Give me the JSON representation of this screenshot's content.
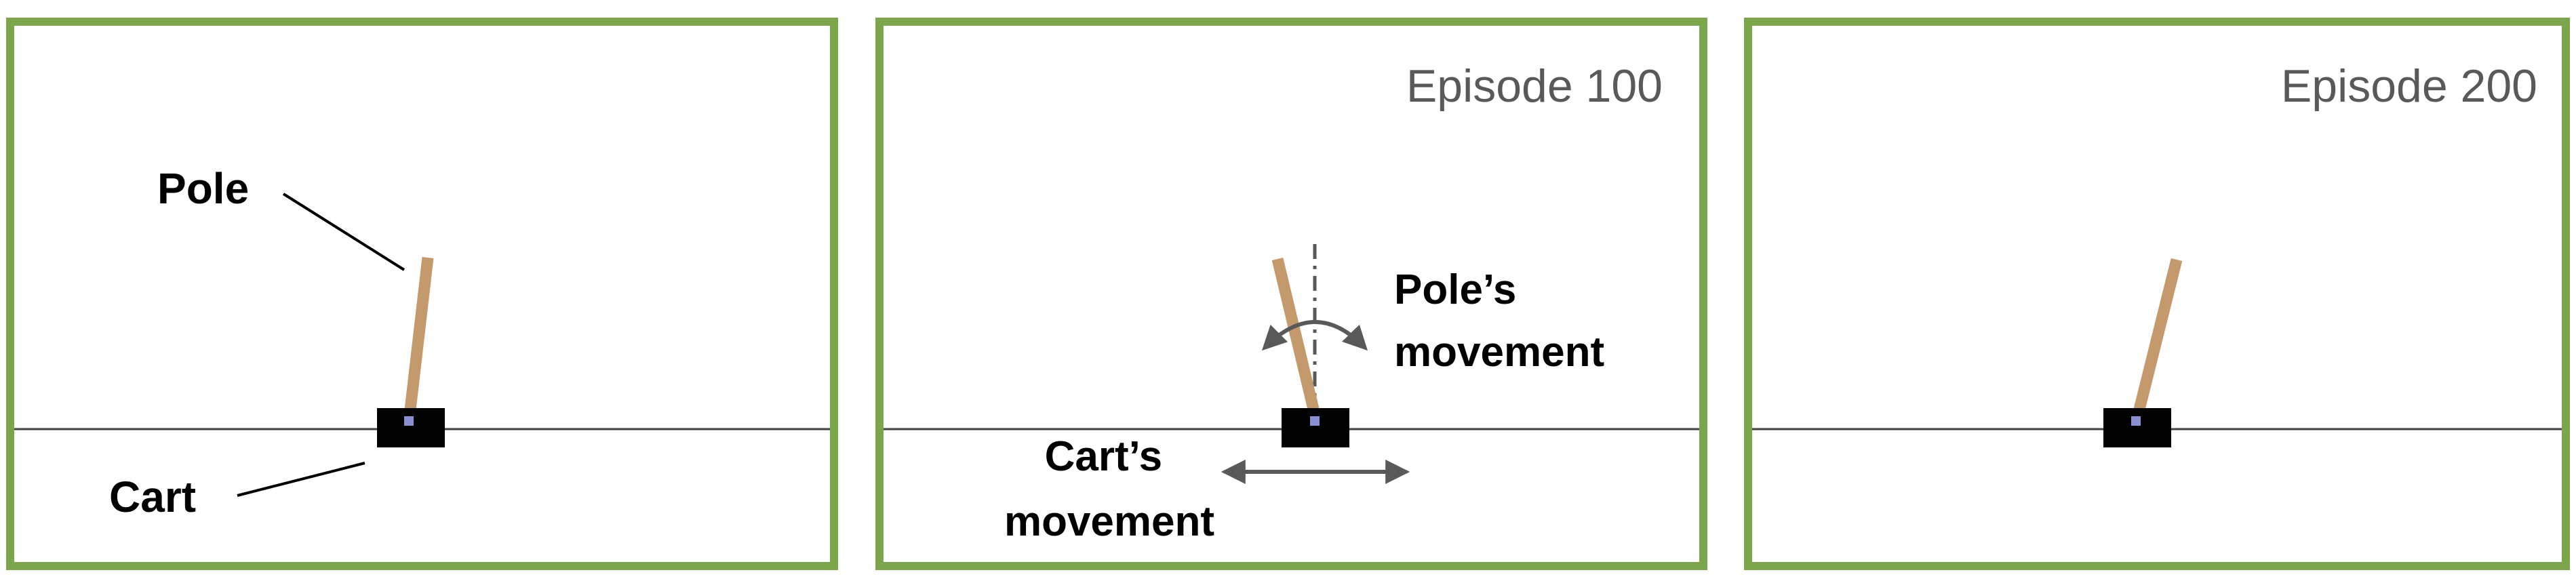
{
  "colors": {
    "frame": "#7BA64B",
    "pole": "#C49A6C",
    "cart": "#000000",
    "hinge": "#8A8FD1",
    "track": "#404040",
    "arrow": "#595959",
    "episode_text": "#595959"
  },
  "panels": [
    {
      "episode_label": "",
      "pole_label": "Pole",
      "cart_label": "Cart"
    },
    {
      "episode_label": "Episode 100",
      "pole_movement_label_line1": "Pole’s",
      "pole_movement_label_line2": "movement",
      "cart_movement_label_line1": "Cart’s",
      "cart_movement_label_line2": "movement"
    },
    {
      "episode_label": "Episode 200"
    }
  ]
}
